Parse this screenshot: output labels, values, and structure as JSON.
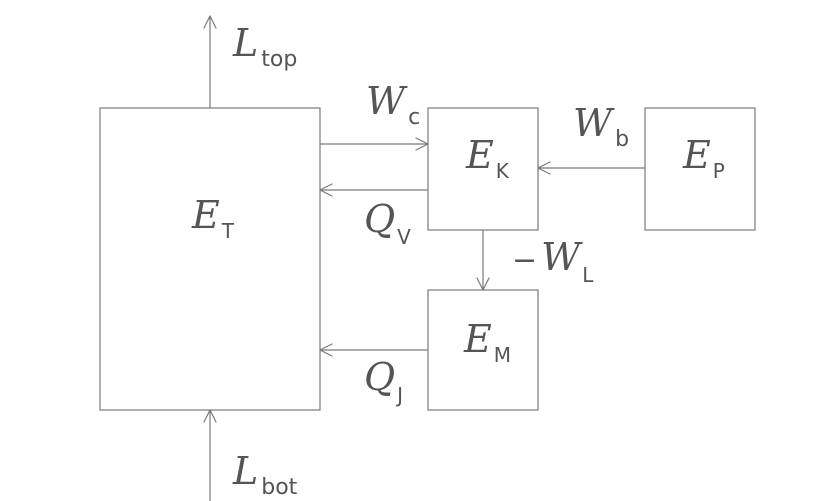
{
  "nodes": {
    "ET": {
      "main": "E",
      "sub": "T"
    },
    "EK": {
      "main": "E",
      "sub": "K"
    },
    "EP": {
      "main": "E",
      "sub": "P"
    },
    "EM": {
      "main": "E",
      "sub": "M"
    }
  },
  "flows": {
    "L_top": {
      "main": "L",
      "sub": "top"
    },
    "W_c": {
      "main": "W",
      "sub": "c"
    },
    "Q_V": {
      "main": "Q",
      "sub": "V"
    },
    "W_b": {
      "main": "W",
      "sub": "b"
    },
    "W_L": {
      "prefix": "−",
      "main": "W",
      "sub": "L"
    },
    "Q_J": {
      "main": "Q",
      "sub": "J"
    },
    "L_bot": {
      "main": "L",
      "sub": "bot"
    }
  }
}
